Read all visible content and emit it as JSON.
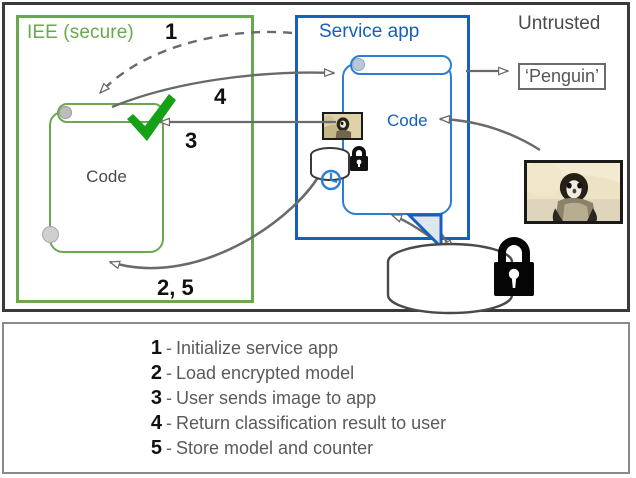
{
  "diagram": {
    "zones": {
      "iee": {
        "label": "IEE (secure)",
        "color": "#69a84f"
      },
      "service_app": {
        "label": "Service app",
        "color": "#1560bd"
      },
      "untrusted": {
        "label": "Untrusted",
        "color": "#4a4a4a"
      }
    },
    "nodes": {
      "iee_code": {
        "label": "Code"
      },
      "service_code": {
        "label": "Code"
      },
      "result_box": {
        "label": "‘Penguin’"
      },
      "secure_storage": {
        "name": "encrypted-database"
      },
      "inner_counter": {
        "name": "sealed-counter"
      },
      "input_image": {
        "name": "penguin-photo"
      }
    },
    "step_markers": [
      {
        "id": "1",
        "label": "1"
      },
      {
        "id": "2_5",
        "label": "2, 5"
      },
      {
        "id": "3",
        "label": "3"
      },
      {
        "id": "4",
        "label": "4"
      }
    ],
    "check_badge": {
      "name": "attestation-check",
      "color": "#16a016"
    }
  },
  "legend": {
    "items": [
      {
        "num": "1",
        "dash": "-",
        "text": "Initialize service app"
      },
      {
        "num": "2",
        "dash": "-",
        "text": "Load encrypted model"
      },
      {
        "num": "3",
        "dash": "-",
        "text": "User sends image to app"
      },
      {
        "num": "4",
        "dash": "-",
        "text": "Return classification result to user"
      },
      {
        "num": "5",
        "dash": "-",
        "text": "Store model and counter"
      }
    ]
  },
  "colors": {
    "green": "#69a84f",
    "blue": "#1560bd",
    "arrow_gray": "#666666",
    "text_gray": "#5a5a5a",
    "frame_dark": "#3a3a3a"
  }
}
